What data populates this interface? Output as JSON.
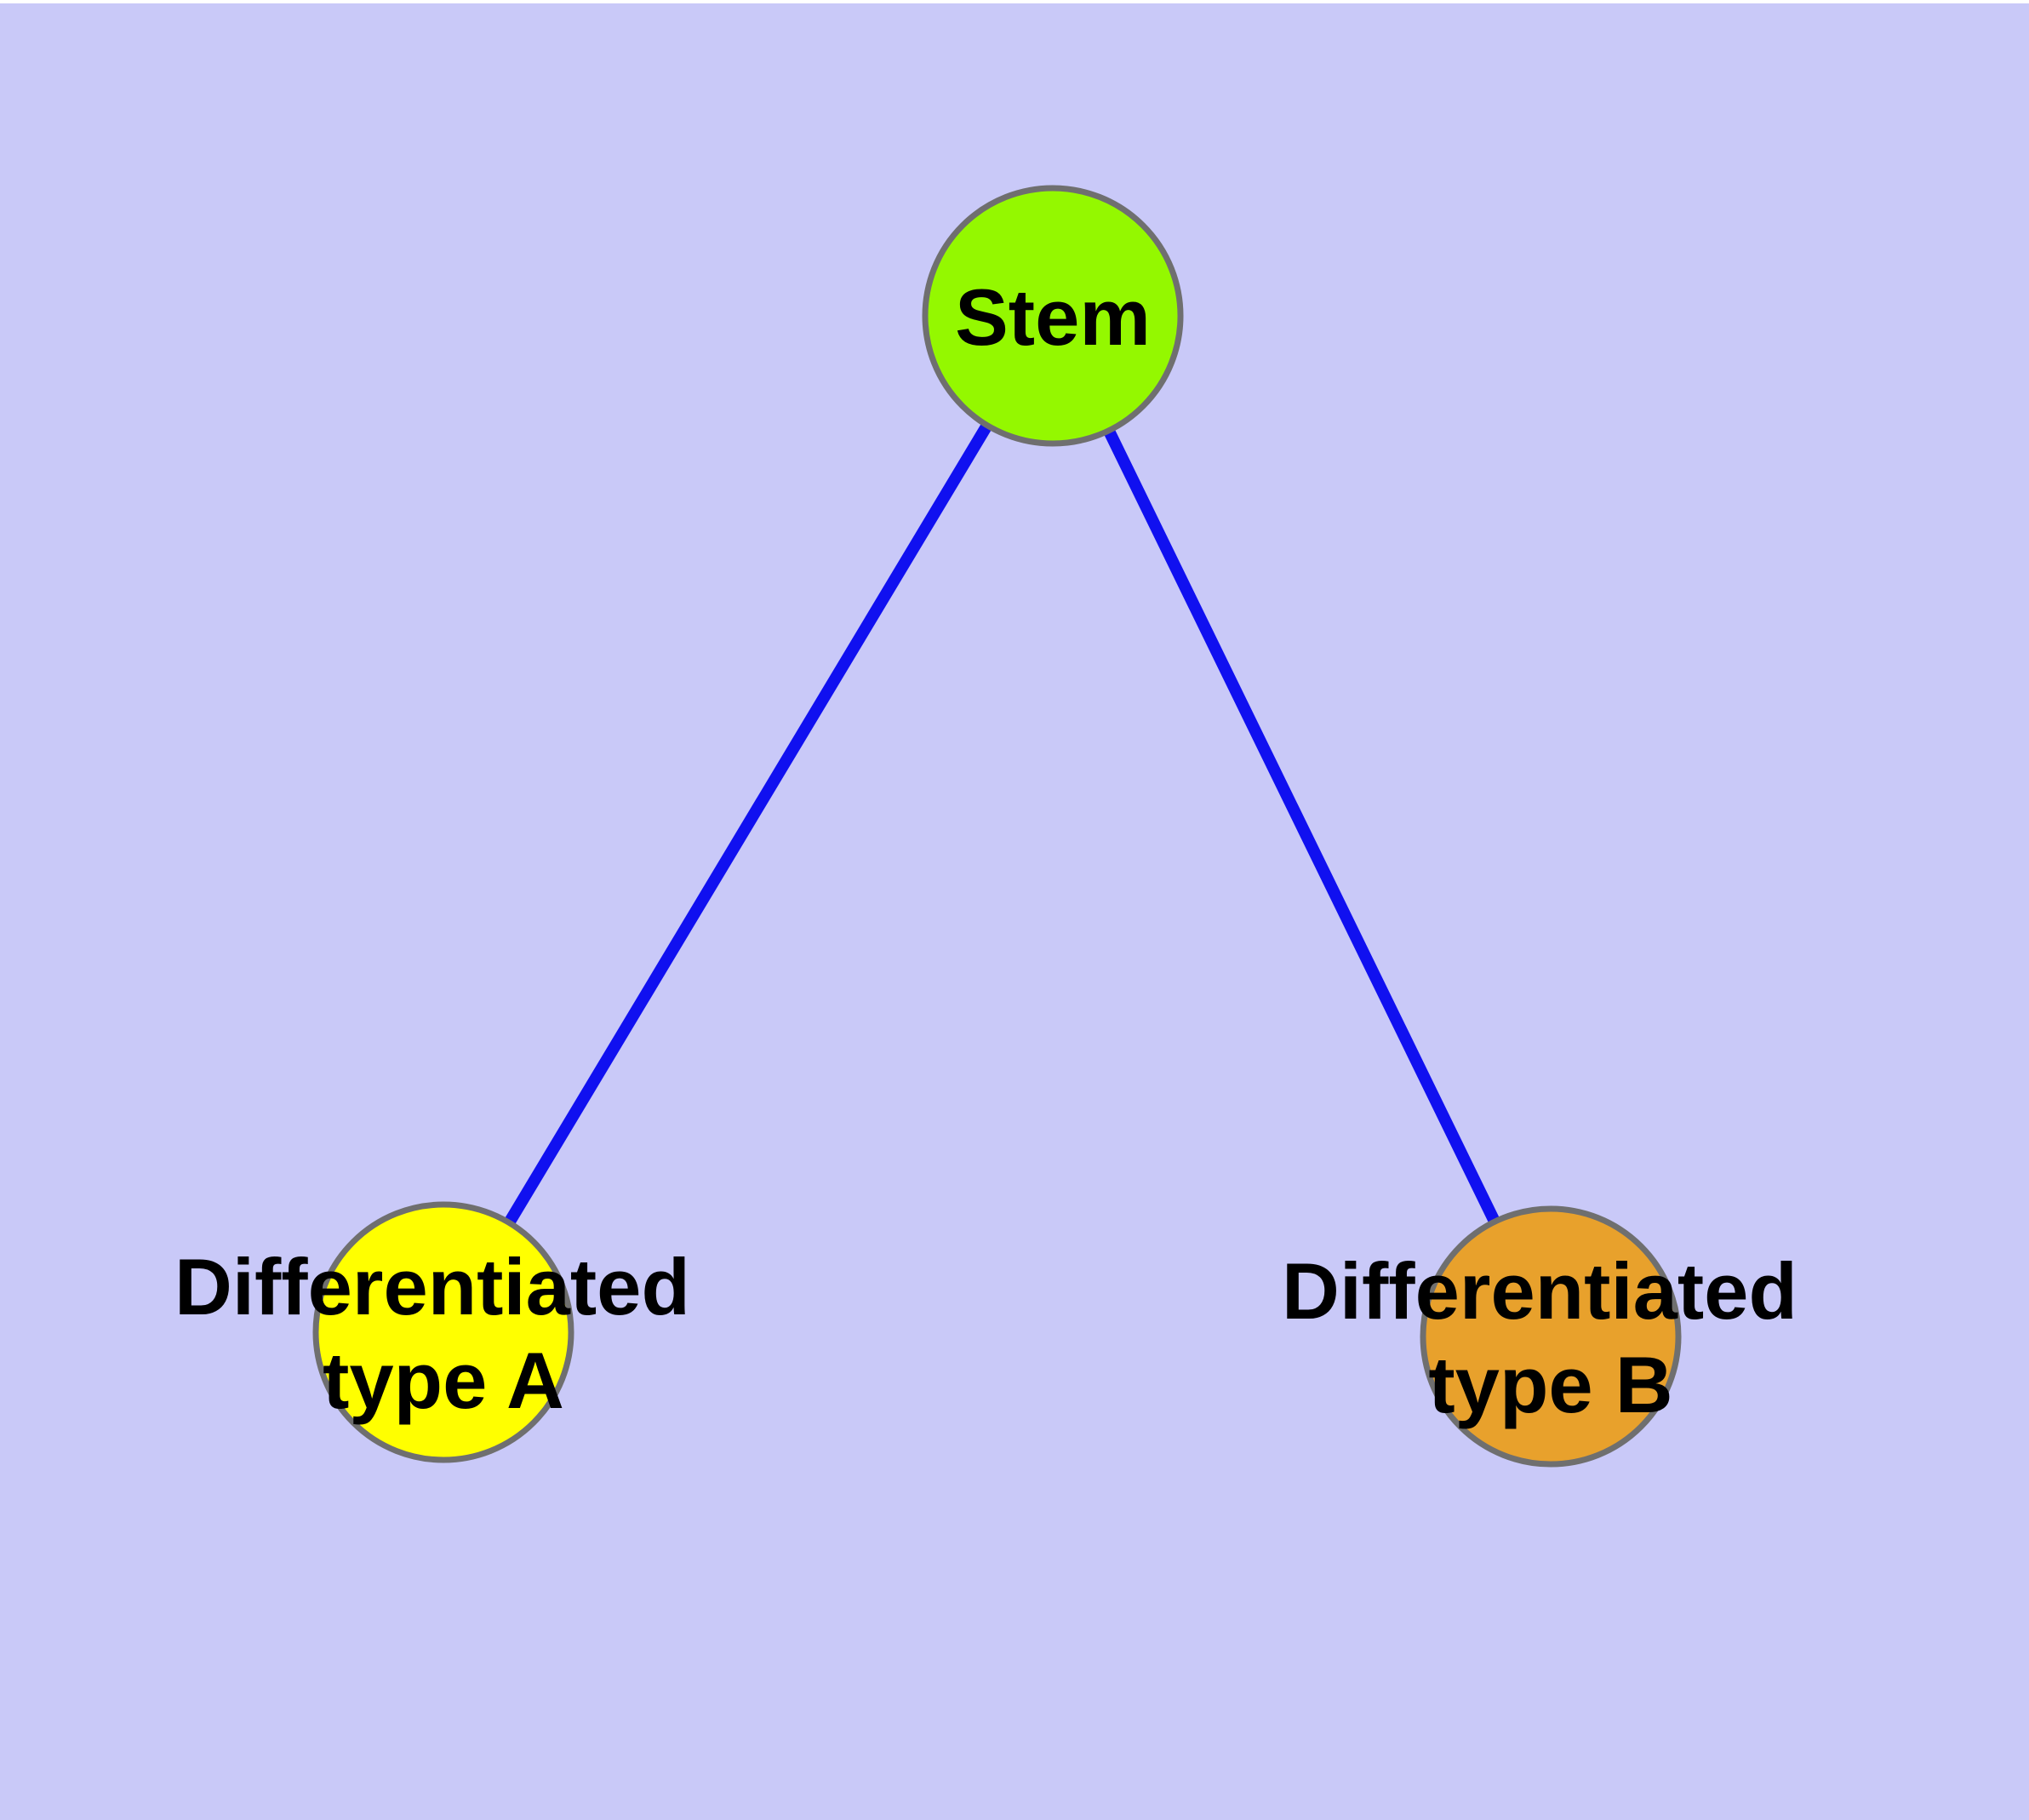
{
  "diagram": {
    "type": "node-link-graph",
    "background_color": "#C9C9F8",
    "page_color": "#FFFFFF",
    "edge_color": "#1010F0",
    "node_border_color": "#6F6F6F",
    "label_color": "#000000",
    "nodes": [
      {
        "id": "stem",
        "label": "Stem",
        "fill": "#94F800"
      },
      {
        "id": "differentiated-type-a",
        "label": "Differentiated type A",
        "label_line1": "Differentiated",
        "label_line2": "type A",
        "fill": "#FFFF00"
      },
      {
        "id": "differentiated-type-b",
        "label": "Differentiated type B",
        "label_line1": "Differentiated",
        "label_line2": "type B",
        "fill": "#E8A12C"
      }
    ],
    "edges": [
      {
        "from": "Stem",
        "to": "Differentiated type A"
      },
      {
        "from": "Stem",
        "to": "Differentiated type B"
      }
    ]
  }
}
